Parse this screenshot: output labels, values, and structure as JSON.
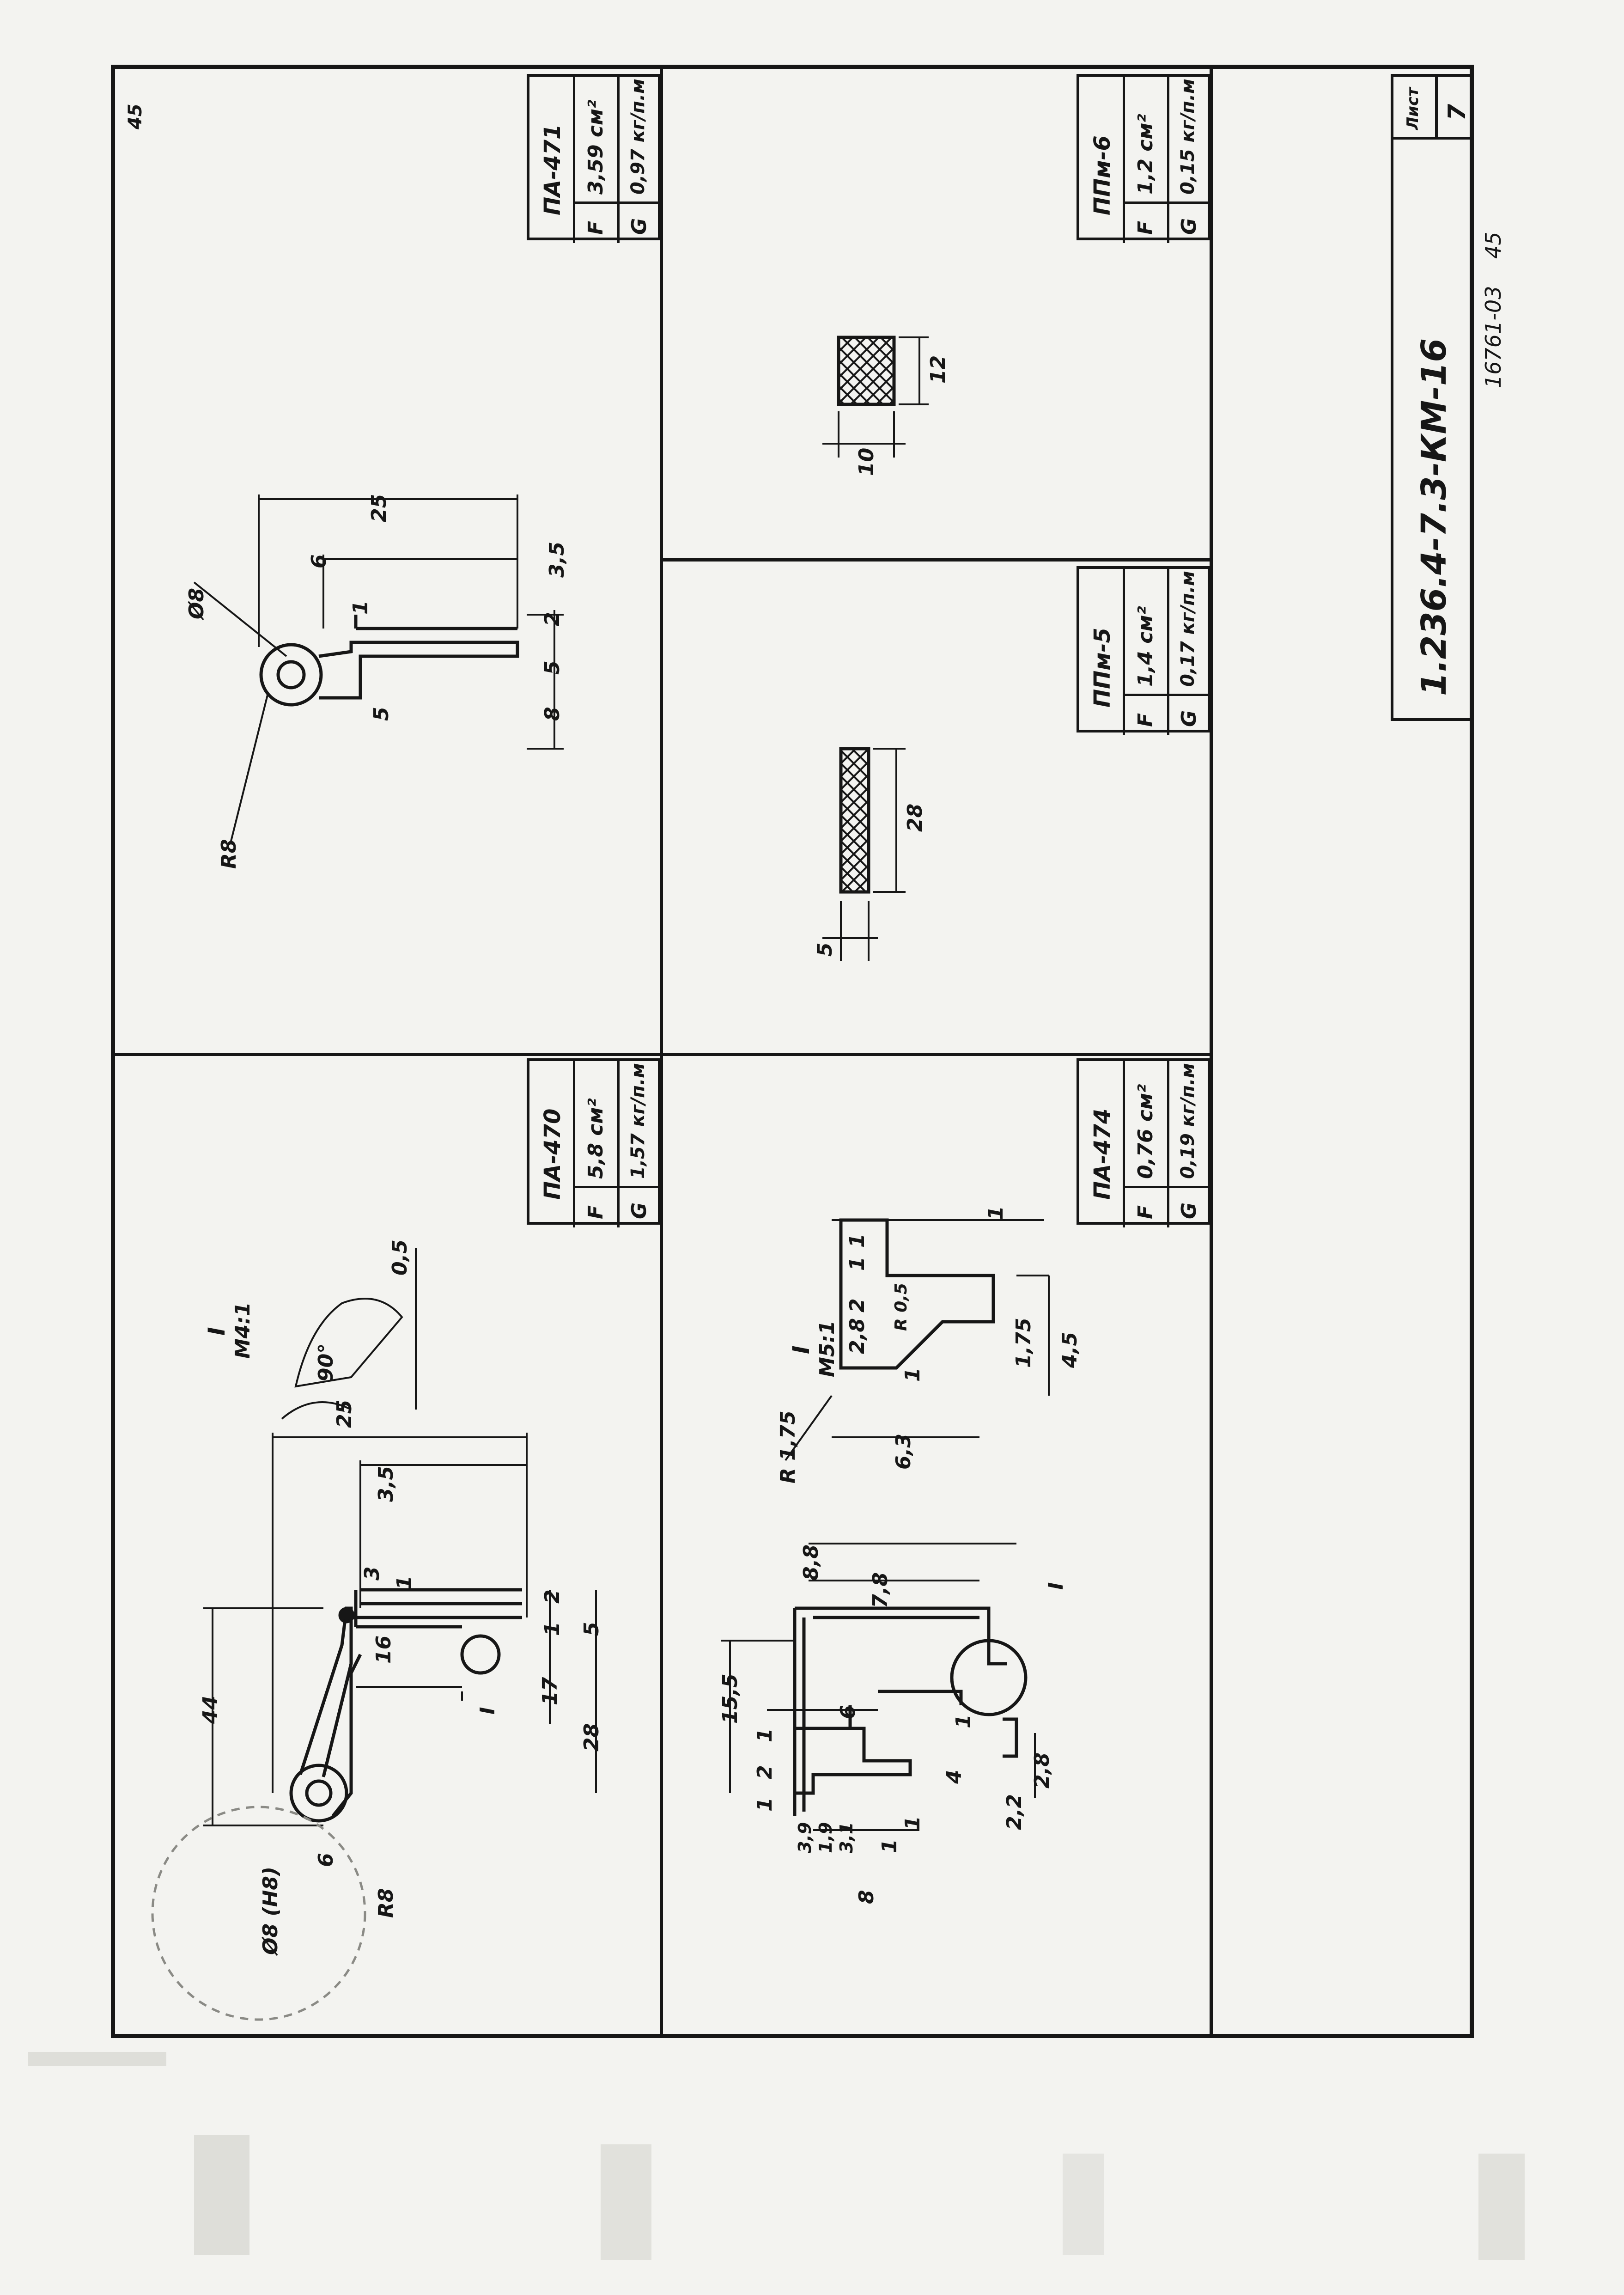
{
  "sheet": {
    "number_label": "Лист",
    "number": "7",
    "doc_code": "1.236.4-7.3-КМ-16",
    "inventory": "16761-03",
    "page_mark": "45",
    "corner_mark": "45"
  },
  "parts": {
    "pa470": {
      "name": "ПА-470",
      "f_label": "F",
      "f_value": "5,8 см²",
      "g_label": "G",
      "g_value": "1,57 кг/п.м",
      "detail_label": "I",
      "detail_scale": "М4:1",
      "detail_angle": "90°",
      "detail_dim": "0,5",
      "dims": [
        "44",
        "25",
        "3,5",
        "16",
        "3",
        "2",
        "1",
        "5",
        "17",
        "28",
        "6",
        "R8",
        "Ø8 (Н8)",
        "I",
        "1"
      ]
    },
    "pa471": {
      "name": "ПА-471",
      "f_label": "F",
      "f_value": "3,59 см²",
      "g_label": "G",
      "g_value": "0,97 кг/п.м",
      "dims": [
        "25",
        "3,5",
        "6",
        "1",
        "2",
        "5",
        "8",
        "5",
        "R8",
        "Ø8"
      ]
    },
    "pa474": {
      "name": "ПА-474",
      "f_label": "F",
      "f_value": "0,76 см²",
      "g_label": "G",
      "g_value": "0,19 кг/п.м",
      "detail_label": "I",
      "detail_scale": "М5:1",
      "dims": [
        "8,8",
        "7,8",
        "15,5",
        "6",
        "1",
        "2",
        "1",
        "1",
        "4",
        "1",
        "3,9",
        "1,9",
        "3,1",
        "1",
        "8",
        "2,8",
        "2,2",
        "I"
      ],
      "detail_dims": [
        "1",
        "1",
        "2",
        "2,8",
        "1",
        "R 0,5",
        "1",
        "1,75",
        "4,5",
        "R 1,75",
        "6,3"
      ]
    },
    "ppm5": {
      "name": "ППм-5",
      "f_label": "F",
      "f_value": "1,4 см²",
      "g_label": "G",
      "g_value": "0,17 кг/п.м",
      "dims": [
        "28",
        "5"
      ]
    },
    "ppm6": {
      "name": "ППм-6",
      "f_label": "F",
      "f_value": "1,2 см²",
      "g_label": "G",
      "g_value": "0,15 кг/п.м",
      "dims": [
        "12",
        "10"
      ]
    }
  }
}
